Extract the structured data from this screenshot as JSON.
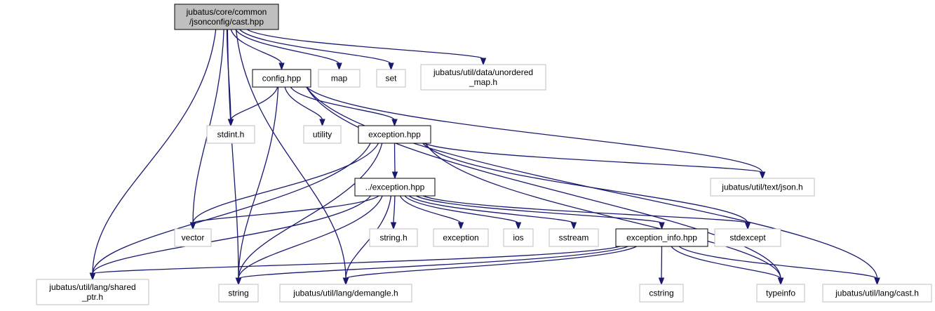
{
  "diagram": {
    "title": "",
    "nodes": [
      {
        "id": "root",
        "lines": [
          "jubatus/core/common",
          "/jsonconfig/cast.hpp"
        ],
        "kind": "root"
      },
      {
        "id": "config",
        "lines": [
          "config.hpp"
        ],
        "kind": "doc"
      },
      {
        "id": "map",
        "lines": [
          "map"
        ],
        "kind": "ext"
      },
      {
        "id": "set",
        "lines": [
          "set"
        ],
        "kind": "ext"
      },
      {
        "id": "umap",
        "lines": [
          "jubatus/util/data/unordered",
          "_map.h"
        ],
        "kind": "ext"
      },
      {
        "id": "stdint",
        "lines": [
          "stdint.h"
        ],
        "kind": "ext"
      },
      {
        "id": "utility",
        "lines": [
          "utility"
        ],
        "kind": "ext"
      },
      {
        "id": "exception_hpp",
        "lines": [
          "exception.hpp"
        ],
        "kind": "doc"
      },
      {
        "id": "json",
        "lines": [
          "jubatus/util/text/json.h"
        ],
        "kind": "ext"
      },
      {
        "id": "parent_exception",
        "lines": [
          "../exception.hpp"
        ],
        "kind": "doc"
      },
      {
        "id": "vector",
        "lines": [
          "vector"
        ],
        "kind": "ext"
      },
      {
        "id": "string_h",
        "lines": [
          "string.h"
        ],
        "kind": "ext"
      },
      {
        "id": "exception",
        "lines": [
          "exception"
        ],
        "kind": "ext"
      },
      {
        "id": "ios",
        "lines": [
          "ios"
        ],
        "kind": "ext"
      },
      {
        "id": "sstream",
        "lines": [
          "sstream"
        ],
        "kind": "ext"
      },
      {
        "id": "exception_info",
        "lines": [
          "exception_info.hpp"
        ],
        "kind": "doc"
      },
      {
        "id": "stdexcept",
        "lines": [
          "stdexcept"
        ],
        "kind": "ext"
      },
      {
        "id": "shared_ptr",
        "lines": [
          "jubatus/util/lang/shared",
          "_ptr.h"
        ],
        "kind": "ext"
      },
      {
        "id": "string",
        "lines": [
          "string"
        ],
        "kind": "ext"
      },
      {
        "id": "demangle",
        "lines": [
          "jubatus/util/lang/demangle.h"
        ],
        "kind": "ext"
      },
      {
        "id": "cstring",
        "lines": [
          "cstring"
        ],
        "kind": "ext"
      },
      {
        "id": "typeinfo",
        "lines": [
          "typeinfo"
        ],
        "kind": "ext"
      },
      {
        "id": "lang_cast",
        "lines": [
          "jubatus/util/lang/cast.h"
        ],
        "kind": "ext"
      }
    ],
    "edges": [
      [
        "root",
        "config"
      ],
      [
        "root",
        "map"
      ],
      [
        "root",
        "set"
      ],
      [
        "root",
        "umap"
      ],
      [
        "root",
        "stdint"
      ],
      [
        "root",
        "vector"
      ],
      [
        "root",
        "shared_ptr"
      ],
      [
        "root",
        "string"
      ],
      [
        "root",
        "demangle"
      ],
      [
        "config",
        "stdint"
      ],
      [
        "config",
        "utility"
      ],
      [
        "config",
        "exception_hpp"
      ],
      [
        "config",
        "json"
      ],
      [
        "config",
        "string"
      ],
      [
        "config",
        "typeinfo"
      ],
      [
        "config",
        "lang_cast"
      ],
      [
        "exception_hpp",
        "parent_exception"
      ],
      [
        "exception_hpp",
        "vector"
      ],
      [
        "exception_hpp",
        "string"
      ],
      [
        "exception_hpp",
        "shared_ptr"
      ],
      [
        "exception_hpp",
        "json"
      ],
      [
        "exception_hpp",
        "stdexcept"
      ],
      [
        "exception_hpp",
        "typeinfo"
      ],
      [
        "parent_exception",
        "vector"
      ],
      [
        "parent_exception",
        "string_h"
      ],
      [
        "parent_exception",
        "exception"
      ],
      [
        "parent_exception",
        "ios"
      ],
      [
        "parent_exception",
        "sstream"
      ],
      [
        "parent_exception",
        "exception_info"
      ],
      [
        "parent_exception",
        "stdexcept"
      ],
      [
        "parent_exception",
        "shared_ptr"
      ],
      [
        "parent_exception",
        "string"
      ],
      [
        "parent_exception",
        "demangle"
      ],
      [
        "exception_info",
        "shared_ptr"
      ],
      [
        "exception_info",
        "string"
      ],
      [
        "exception_info",
        "demangle"
      ],
      [
        "exception_info",
        "cstring"
      ],
      [
        "exception_info",
        "typeinfo"
      ],
      [
        "exception_info",
        "lang_cast"
      ]
    ]
  }
}
